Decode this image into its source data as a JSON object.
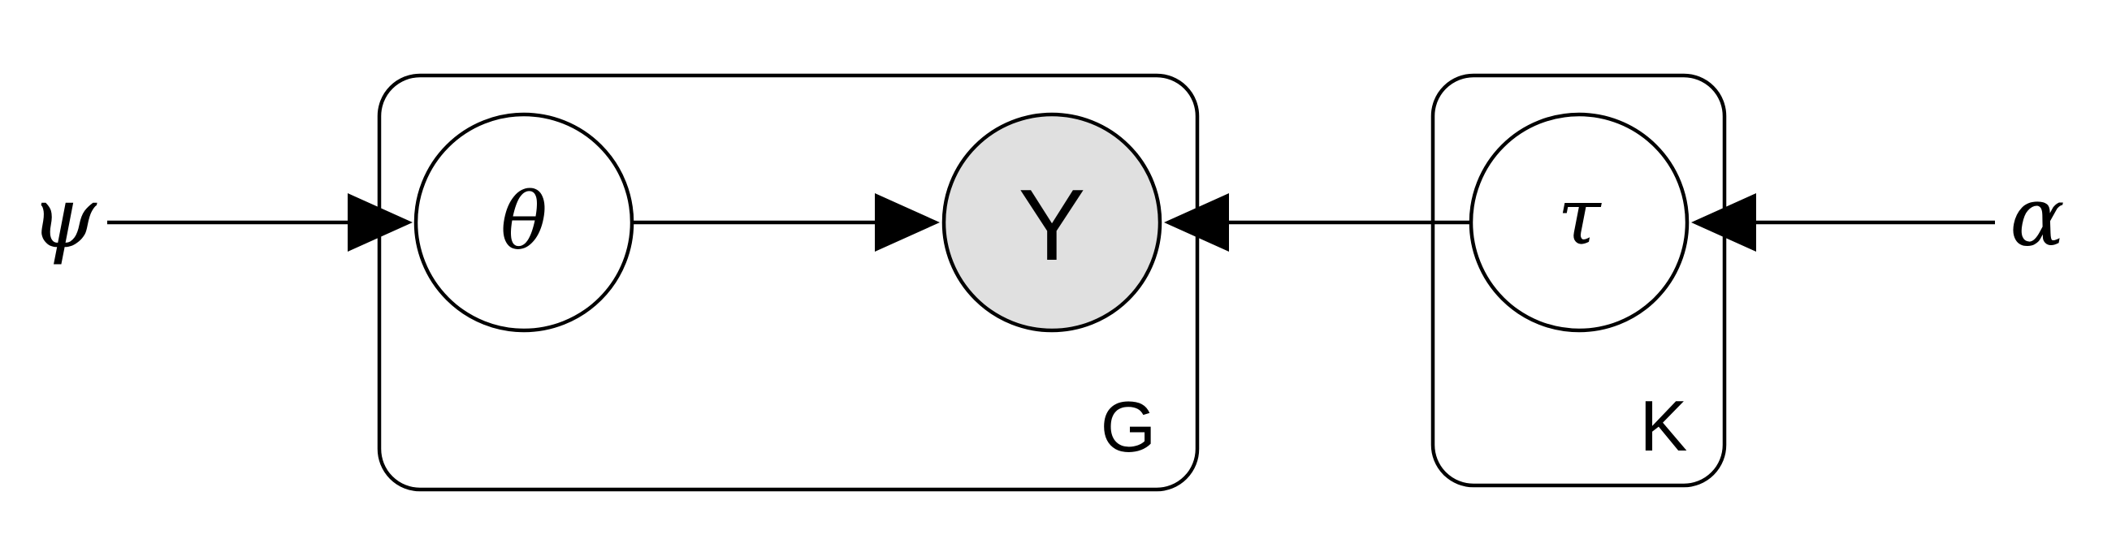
{
  "diagram": {
    "colors": {
      "stroke": "#000000",
      "background": "#ffffff",
      "observed_fill": "#e0e0e0",
      "latent_fill": "#ffffff"
    },
    "hyperparameters": {
      "psi": "ψ",
      "alpha": "α"
    },
    "nodes": {
      "theta": {
        "label": "θ",
        "observed": false
      },
      "y": {
        "label": "Y",
        "observed": true
      },
      "tau": {
        "label": "τ",
        "observed": false
      }
    },
    "plates": {
      "g": {
        "label": "G"
      },
      "k": {
        "label": "K"
      }
    },
    "edges": [
      {
        "from": "psi",
        "to": "theta"
      },
      {
        "from": "theta",
        "to": "y"
      },
      {
        "from": "tau",
        "to": "y"
      },
      {
        "from": "alpha",
        "to": "tau"
      }
    ]
  }
}
